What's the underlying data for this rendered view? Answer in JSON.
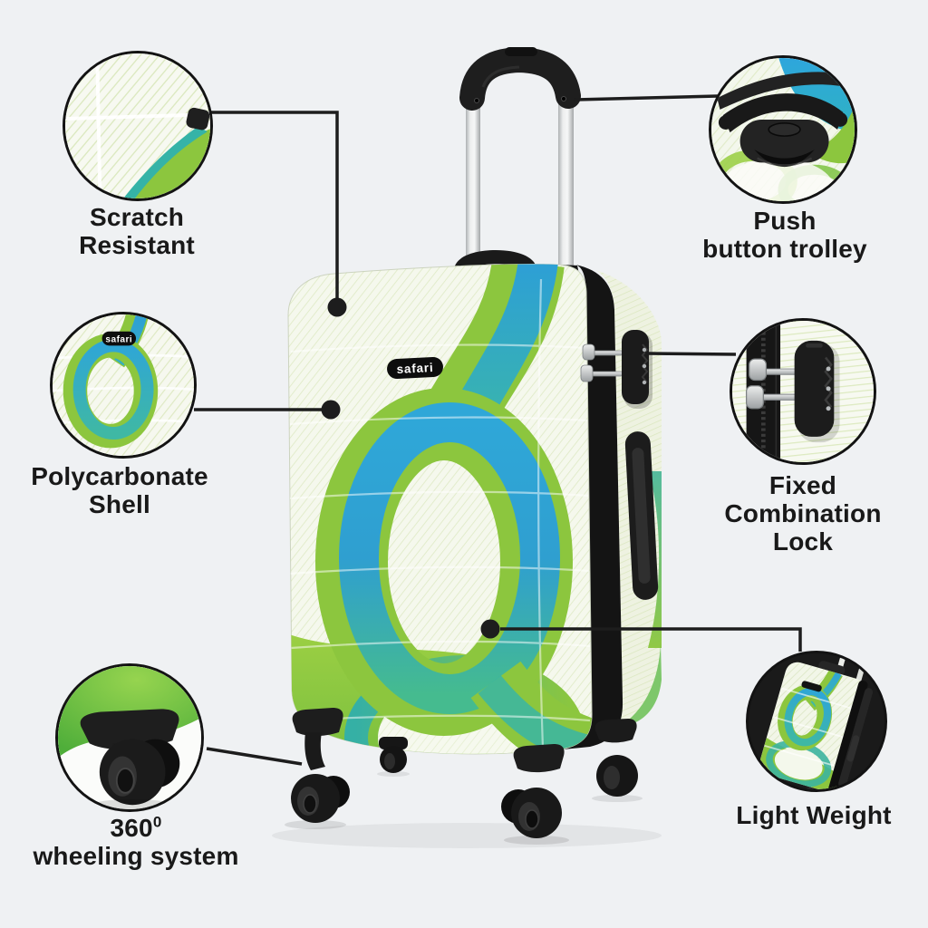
{
  "brand": {
    "logo_text": "safari"
  },
  "features": {
    "scratch_resistant": {
      "label_line1": "Scratch",
      "label_line2": "Resistant"
    },
    "polycarbonate_shell": {
      "label_line1": "Polycarbonate",
      "label_line2": "Shell"
    },
    "wheeling_system": {
      "label_value": "360",
      "label_superscript": "0",
      "label_line2": "wheeling system"
    },
    "push_button_trolley": {
      "label_line1": "Push",
      "label_line2": "button trolley"
    },
    "fixed_combination_lock": {
      "label_line1": "Fixed",
      "label_line2": "Combination",
      "label_line3": "Lock"
    },
    "light_weight": {
      "label_line1": "Light Weight"
    }
  },
  "colors": {
    "background": "#eff1f3",
    "label_text": "#191919",
    "callout_line": "#1d1d1d",
    "shell_base": "#f5f8ed",
    "shell_stripe_green": "#c7db9c",
    "brand_green": "#8cc63e",
    "brand_teal": "#35b3a7",
    "brand_blue": "#2d9fd6",
    "hardware_black": "#1c1c1c",
    "trolley_silver": "#d7d9da"
  }
}
